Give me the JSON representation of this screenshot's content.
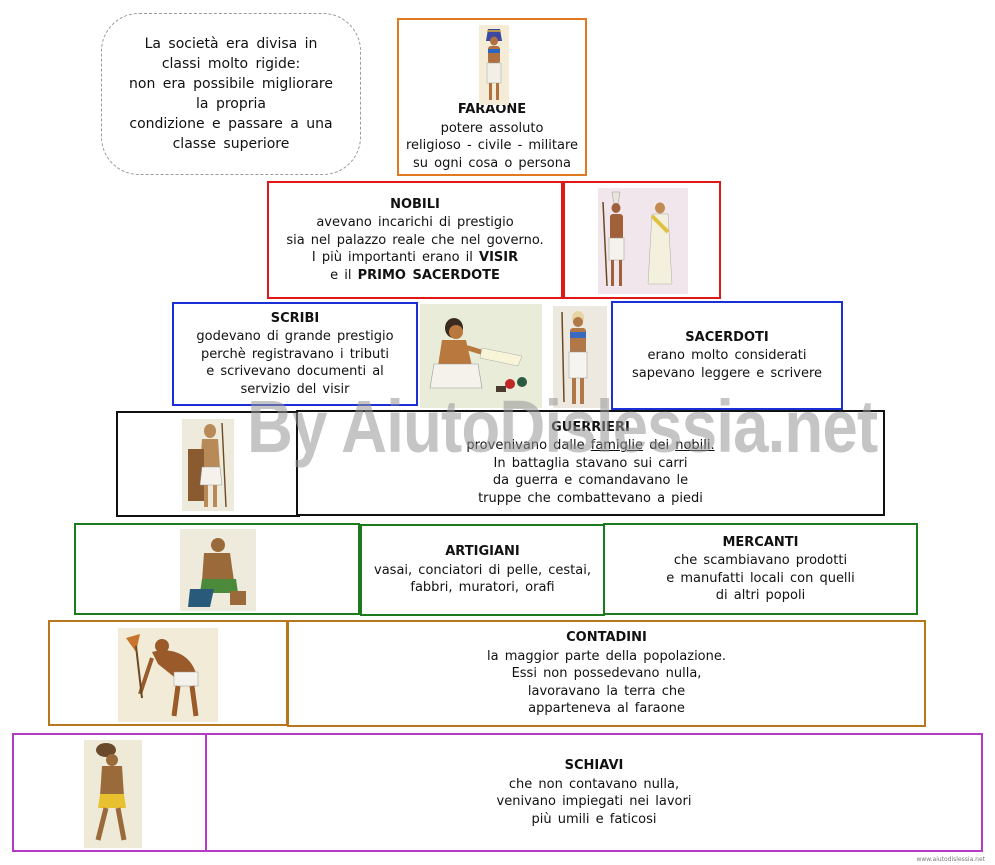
{
  "note": {
    "lines": [
      "La società era divisa in",
      "classi molto rigide:",
      "non era possibile migliorare",
      "la propria",
      "condizione e passare a una",
      "classe superiore"
    ]
  },
  "faraone": {
    "title": "FARAONE",
    "lines": [
      "potere assoluto",
      "religioso - civile - militare",
      "su ogni cosa o persona"
    ],
    "color": "#e07a20"
  },
  "nobili": {
    "title": "NOBILI",
    "lines": [
      "avevano incarichi di prestigio",
      "sia nel palazzo reale che nel governo.",
      "I più importanti erano il"
    ],
    "visir": "VISIR",
    "and": "e il",
    "primo": "PRIMO SACERDOTE",
    "color": "#e01818"
  },
  "scribi": {
    "title": "SCRIBI",
    "lines": [
      "godevano di grande prestigio",
      "perchè registravano i tributi",
      "e scrivevano documenti al",
      "servizio del visir"
    ],
    "color": "#1a2fd6"
  },
  "sacerdoti": {
    "title": "SACERDOTI",
    "lines": [
      "erano molto considerati",
      "sapevano leggere e scrivere"
    ],
    "color": "#1a2fd6"
  },
  "guerrieri": {
    "title": "GUERRIERI",
    "l1a": "provenivano dalle",
    "l1b": "famiglie",
    "l1c": "dei",
    "l1d": "nobili.",
    "lines": [
      "In battaglia stavano sui carri",
      "da guerra e comandavano le",
      "truppe che combattevano a piedi"
    ],
    "color": "#111111"
  },
  "artigiani": {
    "title": "ARTIGIANI",
    "lines": [
      "vasai, conciatori di pelle, cestai,",
      "fabbri, muratori, orafi"
    ],
    "color": "#1d7a1d"
  },
  "mercanti": {
    "title": "MERCANTI",
    "lines": [
      "che scambiavano prodotti",
      "e manufatti locali con quelli",
      "di altri popoli"
    ],
    "color": "#1d7a1d"
  },
  "contadini": {
    "title": "CONTADINI",
    "lines": [
      "la maggior parte della popolazione.",
      "Essi non possedevano nulla,",
      "lavoravano la terra che",
      "apparteneva al faraone"
    ],
    "color": "#b8761e"
  },
  "schiavi": {
    "title": "SCHIAVI",
    "lines": [
      "che non contavano nulla,",
      "venivano impiegati nei lavori",
      "più umili e faticosi"
    ],
    "color": "#b43cc4"
  },
  "watermark": "By AiutoDislessia.net",
  "credit": "www.aiutodislessia.net"
}
